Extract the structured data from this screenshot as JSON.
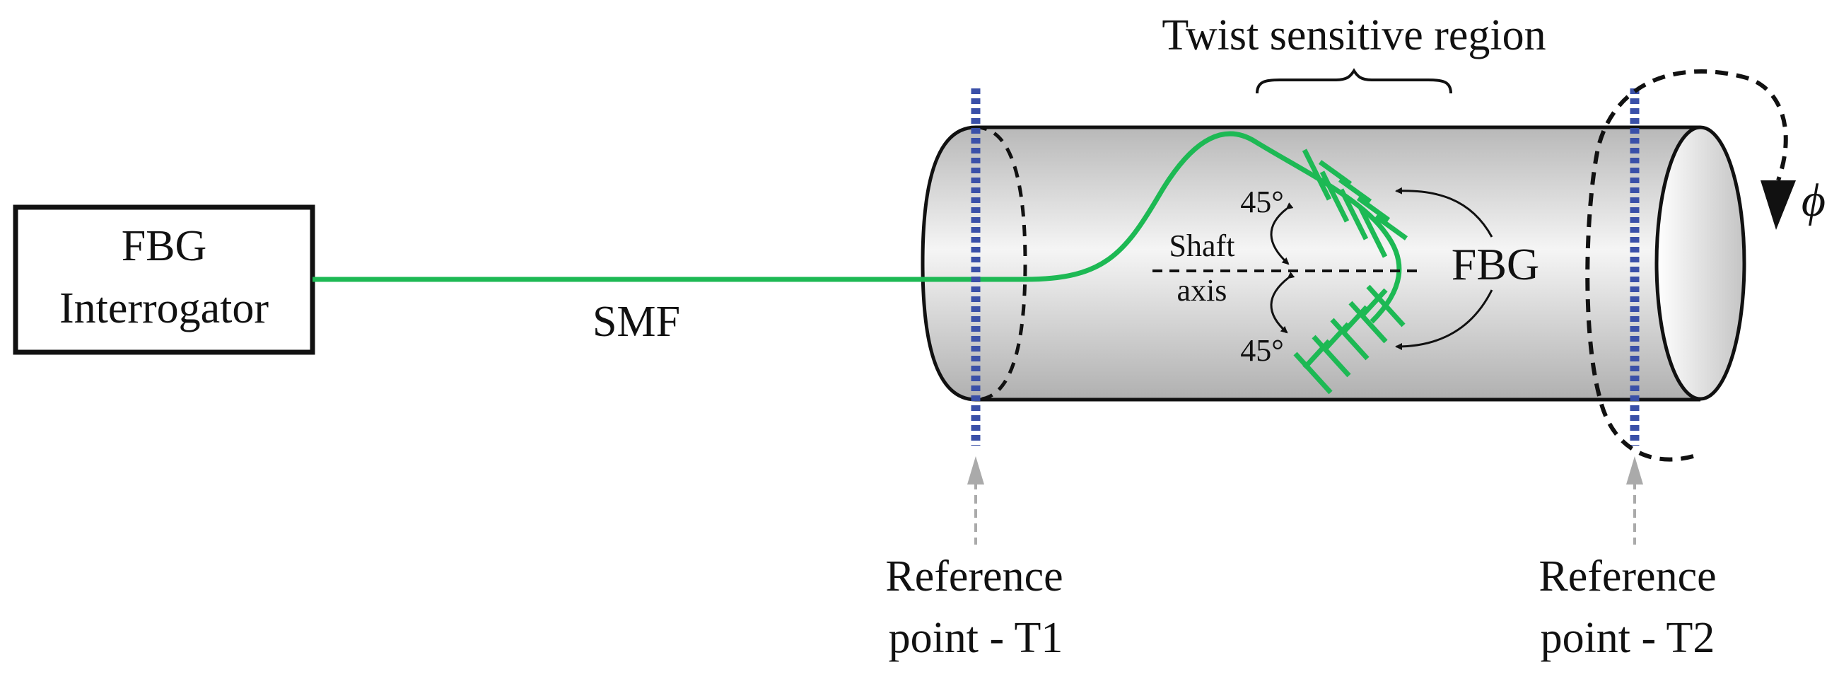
{
  "title": "Twist sensitive region",
  "interrogator": {
    "line1": "FBG",
    "line2": "Interrogator"
  },
  "fiber_label": "SMF",
  "fbg_label": "FBG",
  "shaft_axis": {
    "line1": "Shaft",
    "line2": "axis"
  },
  "angles": {
    "upper": "45°",
    "lower": "45°"
  },
  "rotation_symbol": "ϕ",
  "reference_t1": {
    "line1": "Reference",
    "line2": "point - T1"
  },
  "reference_t2": {
    "line1": "Reference",
    "line2": "point - T2"
  },
  "colors": {
    "fiber": "#1db954",
    "reference_line": "#3a50a8",
    "arrow_gray": "#aaaaaa",
    "shaft_dark": "#b5b5b5",
    "shaft_light": "#f4f4f4"
  }
}
